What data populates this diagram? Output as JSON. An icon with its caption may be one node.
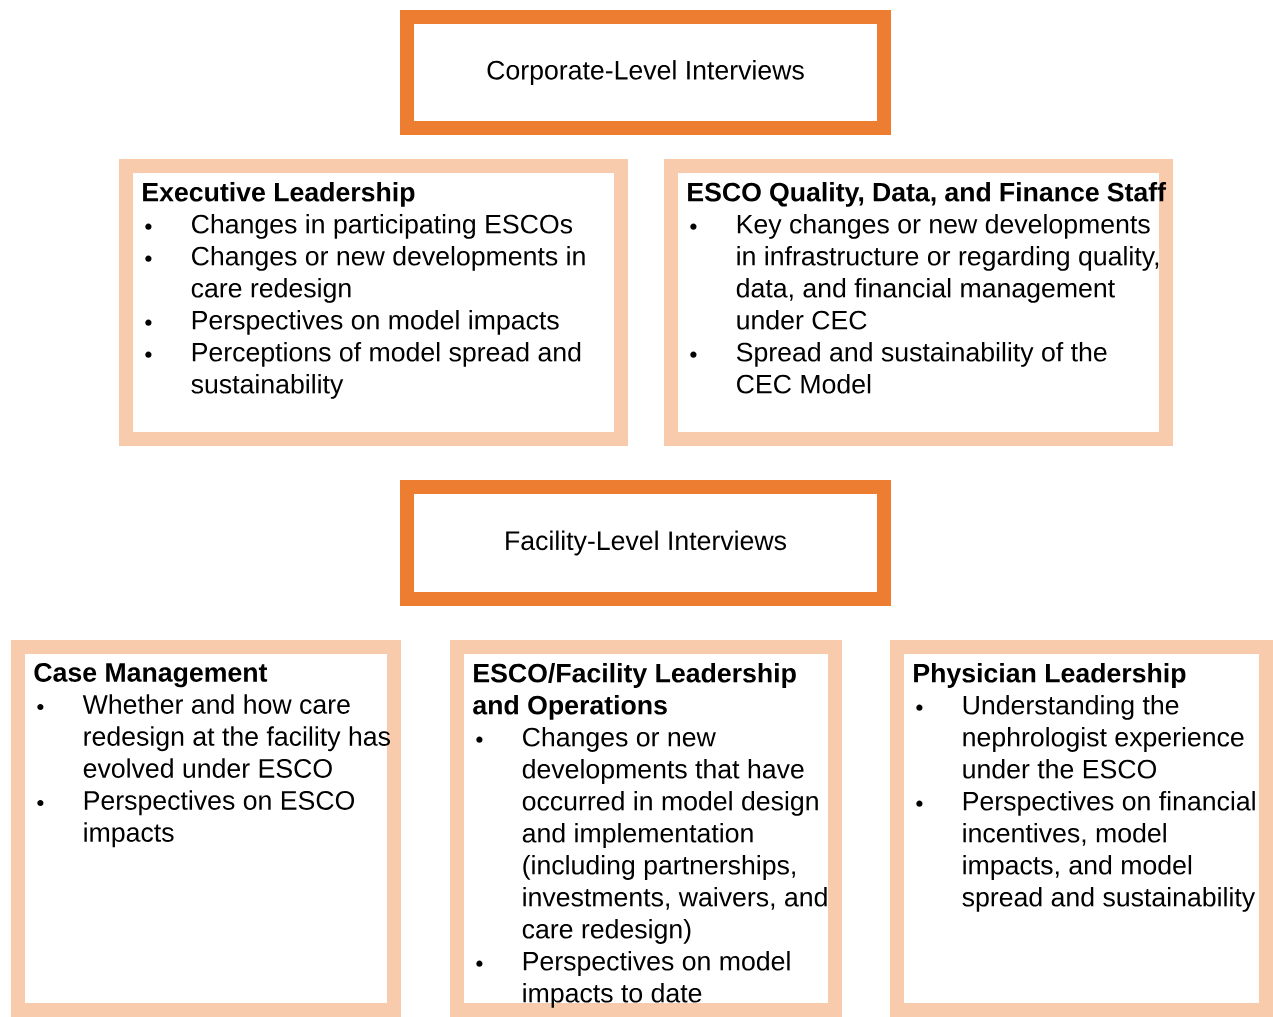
{
  "diagram": {
    "nodes": [
      {
        "text": [
          "Corporate-Level Interviews"
        ]
      },
      {
        "text": [
          "Executive Leadership",
          "Changes in participating ESCOs",
          "Changes or new developments in care redesign",
          "Perspectives on model impacts",
          "Perceptions of model spread and sustainability"
        ]
      },
      {
        "text": [
          "ESCO Quality, Data, and Finance Staff",
          "Key changes or new developments in infrastructure or regarding quality, data, and financial management under CEC",
          "Spread and sustainability of the CEC Model"
        ]
      },
      {
        "text": [
          "Facility-Level Interviews"
        ]
      },
      {
        "text": [
          "Case Management",
          "Whether and how care redesign at the facility has evolved under ESCO",
          "Perspectives on ESCO impacts"
        ]
      },
      {
        "text": [
          "ESCO/Facility Leadership and Operations",
          "Changes or new developments that have occurred in model design and implementation (including partnerships, investments, waivers, and care redesign)",
          "Perspectives on model impacts to date"
        ]
      },
      {
        "text": [
          "Physician Leadership",
          "Understanding the nephrologist experience under the ESCO",
          "Perspectives on financial incentives, model impacts, and model spread and sustainability"
        ]
      }
    ]
  }
}
